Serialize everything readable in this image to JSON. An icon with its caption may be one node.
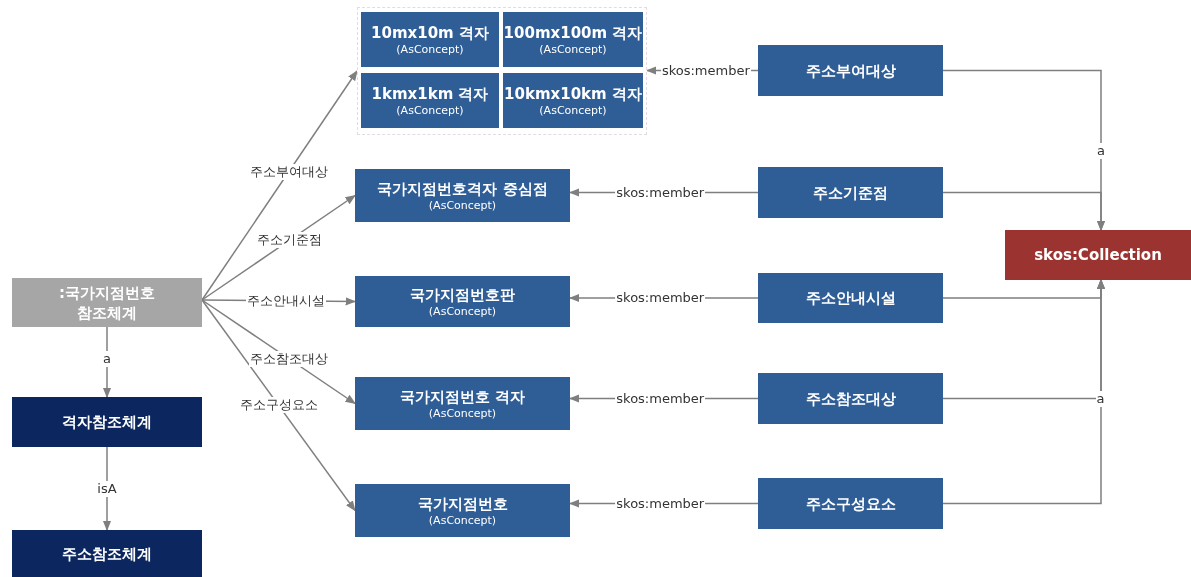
{
  "diagram": {
    "nodes": [
      {
        "text": [
          ":국가지점번호 참조체계"
        ]
      },
      {
        "text": [
          "격자참조체계"
        ]
      },
      {
        "text": [
          "주소참조체계"
        ]
      },
      {
        "text": [],
        "shape": "box"
      },
      {
        "text": [
          "10mx10m 격자",
          "(AsConcept)"
        ],
        "in": 3
      },
      {
        "text": [
          "100mx100m 격자",
          "(AsConcept)"
        ],
        "in": 3
      },
      {
        "text": [
          "1kmx1km 격자",
          "(AsConcept)"
        ],
        "in": 3
      },
      {
        "text": [
          "10kmx10km 격자",
          "(AsConcept)"
        ],
        "in": 3
      },
      {
        "text": [
          "국가지점번호격자 중심점",
          "(AsConcept)"
        ]
      },
      {
        "text": [
          "국가지점번호판",
          "(AsConcept)"
        ]
      },
      {
        "text": [
          "국가지점번호 격자",
          "(AsConcept)"
        ]
      },
      {
        "text": [
          "국가지점번호",
          "(AsConcept)"
        ]
      },
      {
        "text": [
          "주소부여대상"
        ]
      },
      {
        "text": [
          "주소기준점"
        ]
      },
      {
        "text": [
          "주소안내시설"
        ]
      },
      {
        "text": [
          "주소참조대상"
        ]
      },
      {
        "text": [
          "주소구성요소"
        ]
      },
      {
        "text": [
          "skos:Collection"
        ]
      }
    ],
    "edges": [
      {
        "from": 0,
        "to": 1,
        "arrow": "to",
        "label": "a"
      },
      {
        "from": 1,
        "to": 2,
        "arrow": "to",
        "label": "isA"
      },
      {
        "from": 0,
        "to": 3,
        "arrow": "to",
        "label": "주소부여대상"
      },
      {
        "from": 0,
        "to": 8,
        "arrow": "to",
        "label": "주소기준점"
      },
      {
        "from": 0,
        "to": 9,
        "arrow": "to",
        "label": "주소안내시설"
      },
      {
        "from": 0,
        "to": 10,
        "arrow": "to",
        "label": "주소참조대상"
      },
      {
        "from": 0,
        "to": 11,
        "arrow": "to",
        "label": "주소구성요소"
      },
      {
        "from": 12,
        "to": 3,
        "arrow": "to",
        "label": "skos:member"
      },
      {
        "from": 13,
        "to": 8,
        "arrow": "to",
        "label": "skos:member"
      },
      {
        "from": 14,
        "to": 9,
        "arrow": "to",
        "label": "skos:member"
      },
      {
        "from": 15,
        "to": 10,
        "arrow": "to",
        "label": "skos:member"
      },
      {
        "from": 16,
        "to": 11,
        "arrow": "to",
        "label": "skos:member"
      },
      {
        "from": 12,
        "to": 17,
        "arrow": "to",
        "label": "a"
      },
      {
        "from": 13,
        "to": 17,
        "arrow": "to"
      },
      {
        "from": 14,
        "to": 17,
        "arrow": "to"
      },
      {
        "from": 15,
        "to": 17,
        "arrow": "to",
        "label": "a"
      },
      {
        "from": 16,
        "to": 17,
        "arrow": "to"
      }
    ]
  }
}
